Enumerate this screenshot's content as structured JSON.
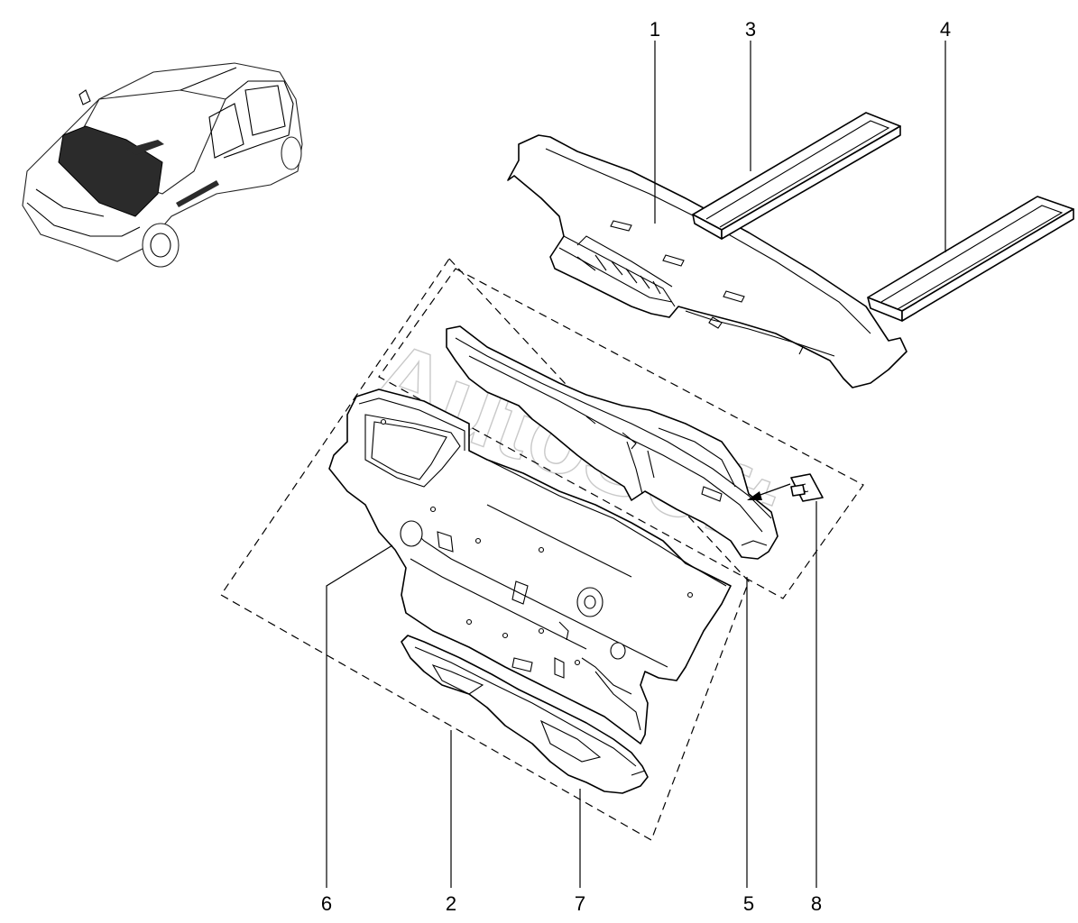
{
  "watermark": "AutoSoft",
  "callouts": [
    {
      "id": "1",
      "label": "1"
    },
    {
      "id": "2",
      "label": "2"
    },
    {
      "id": "3",
      "label": "3"
    },
    {
      "id": "4",
      "label": "4"
    },
    {
      "id": "5",
      "label": "5"
    },
    {
      "id": "6",
      "label": "6"
    },
    {
      "id": "7",
      "label": "7"
    },
    {
      "id": "8",
      "label": "8"
    }
  ]
}
